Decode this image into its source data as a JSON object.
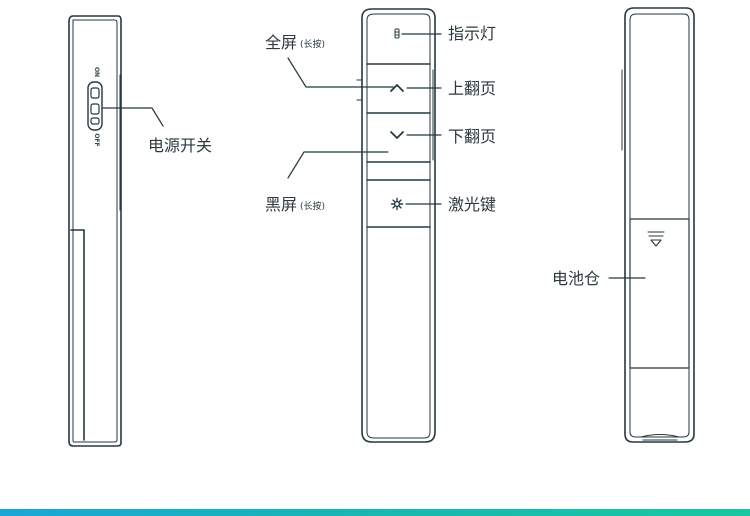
{
  "labels": {
    "power_switch": "电源开关",
    "fullscreen": "全屏",
    "fullscreen_note": "(长按)",
    "blackscreen": "黑屏",
    "blackscreen_note": "(长按)",
    "indicator": "指示灯",
    "page_up": "上翻页",
    "page_down": "下翻页",
    "laser": "激光键",
    "battery": "电池仓"
  },
  "switch": {
    "on": "ON",
    "off": "OFF"
  },
  "icons": {
    "indicator": "led-indicator-icon",
    "up": "chevron-up-icon",
    "down": "chevron-down-icon",
    "laser": "laser-gear-icon",
    "battery_open": "arrow-down-lines-icon"
  },
  "colors": {
    "stroke": "#25393f",
    "text": "#2e3a3f",
    "accent": "#1aa6d8"
  }
}
